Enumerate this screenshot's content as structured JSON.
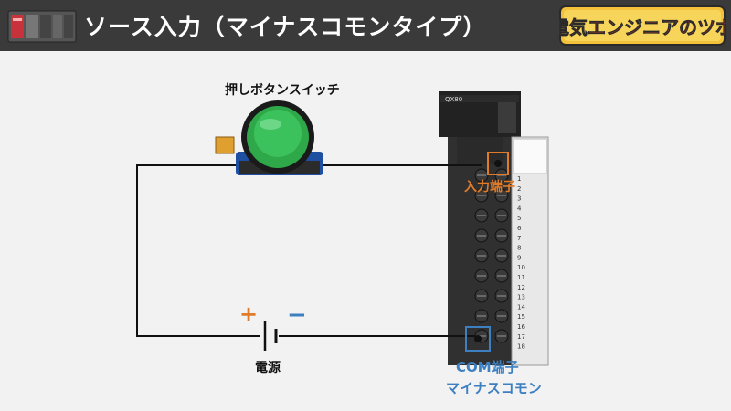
{
  "header": {
    "title": "ソース入力（マイナスコモンタイプ）",
    "brand_text": "電気エンジニアのツボ"
  },
  "diagram": {
    "push_button_label": "押しボタンスイッチ",
    "input_terminal_label": "入力端子",
    "com_terminal_label": "COM端子",
    "com_type_label": "マイナスコモン",
    "power_label": "電源",
    "plus_sign": "+",
    "minus_sign": "−",
    "module_model": "QX80",
    "terminal_numbers": [
      "1",
      "2",
      "3",
      "4",
      "5",
      "6",
      "7",
      "8",
      "9",
      "10",
      "11",
      "12",
      "13",
      "14",
      "15",
      "16",
      "17",
      "18"
    ],
    "colors": {
      "header_bg": "#3a3a3a",
      "orange_accent": "#e07b28",
      "blue_accent": "#3d7fc1",
      "button_green": "#2fa84a",
      "wire": "#111111"
    }
  }
}
